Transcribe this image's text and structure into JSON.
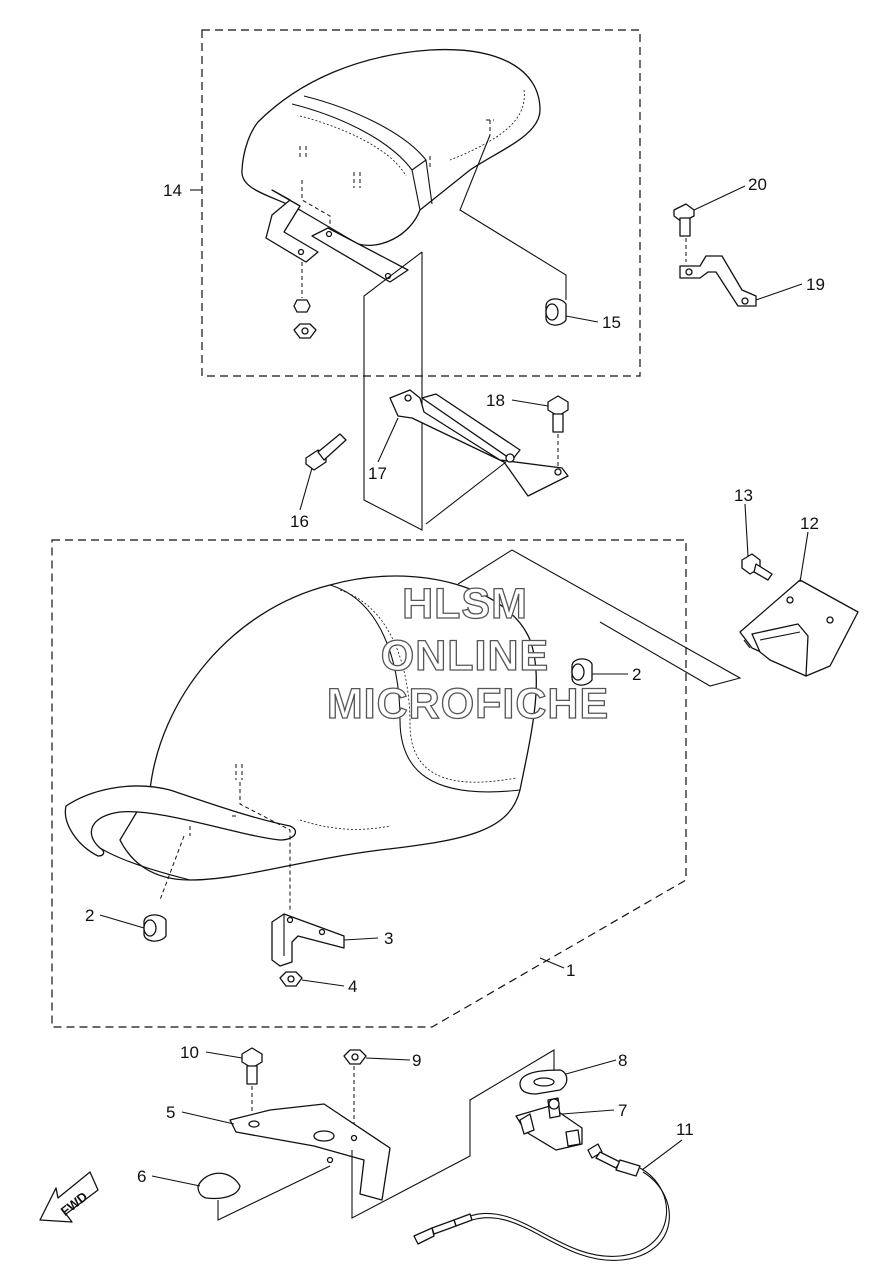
{
  "callouts": {
    "c1": "1",
    "c2a": "2",
    "c2b": "2",
    "c3": "3",
    "c4": "4",
    "c5": "5",
    "c6": "6",
    "c7": "7",
    "c8": "8",
    "c9": "9",
    "c10": "10",
    "c11": "11",
    "c12": "12",
    "c13": "13",
    "c14": "14",
    "c15": "15",
    "c16": "16",
    "c17": "17",
    "c18": "18",
    "c19": "19",
    "c20": "20"
  },
  "watermark": {
    "line1": "HLSM",
    "line2": "ONLINE",
    "line3": "MICROFICHE"
  },
  "fwd_label": "FWD",
  "colors": {
    "line": "#111111",
    "background": "#ffffff",
    "watermark_outline": "#555555"
  }
}
